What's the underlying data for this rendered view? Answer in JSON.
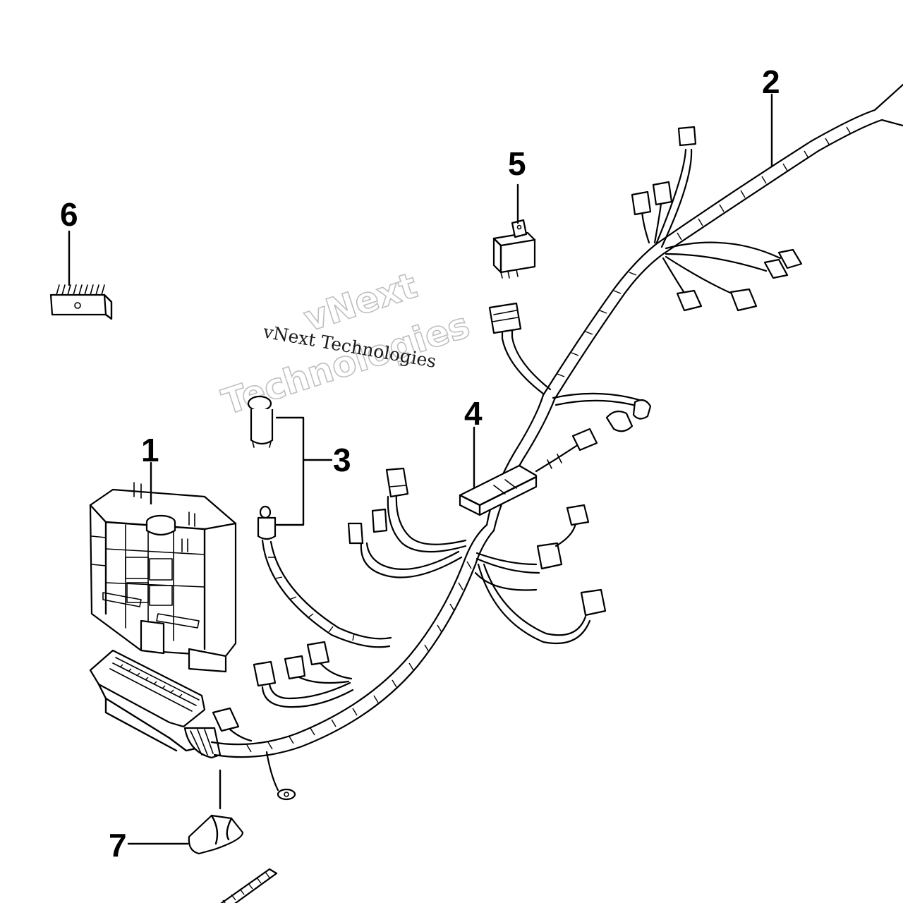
{
  "diagram": {
    "part_labels": [
      "1",
      "2",
      "3",
      "4",
      "5",
      "6",
      "7"
    ],
    "watermark": {
      "small_text": "vNext Technologies",
      "large_line1": "vNext",
      "large_line2": "Technologies"
    }
  }
}
